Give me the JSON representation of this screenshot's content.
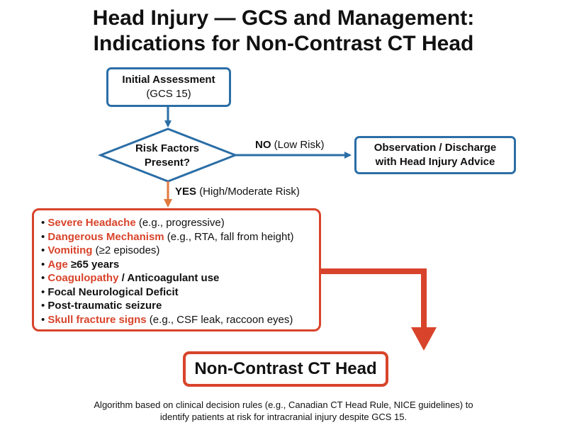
{
  "title": {
    "line1": "Head Injury — GCS and Management:",
    "line2": "Indications for Non-Contrast CT Head"
  },
  "nodes": {
    "initial": {
      "line1": "Initial Assessment",
      "line2": "(GCS 15)"
    },
    "decision": {
      "line1": "Risk Factors",
      "line2": "Present?"
    },
    "observation": {
      "line1": "Observation / Discharge",
      "line2": "with Head Injury Advice"
    },
    "ct": {
      "label": "Non-Contrast CT Head"
    }
  },
  "edges": {
    "no": {
      "strong": "NO",
      "rest": "(Low Risk)"
    },
    "yes": {
      "strong": "YES",
      "rest": "(High/Moderate Risk)"
    }
  },
  "risk_factors": [
    {
      "highlight": "Severe Headache",
      "rest": " (e.g., progressive)",
      "rest_bold": false
    },
    {
      "highlight": "Dangerous Mechanism",
      "rest": " (e.g., RTA, fall from height)",
      "rest_bold": false
    },
    {
      "highlight": "Vomiting",
      "rest": " (≥2 episodes)",
      "rest_bold": false
    },
    {
      "highlight": "Age",
      "rest": " ≥65 years",
      "rest_bold": true
    },
    {
      "highlight": "Coagulopathy",
      "rest": " / Anticoagulant use",
      "rest_bold": true
    },
    {
      "highlight": "",
      "rest": "Focal Neurological Deficit",
      "rest_bold": true
    },
    {
      "highlight": "",
      "rest": "Post-traumatic seizure",
      "rest_bold": true
    },
    {
      "highlight": "Skull fracture signs",
      "rest": " (e.g., CSF leak, raccoon eyes)",
      "rest_bold": false
    }
  ],
  "footnote": {
    "line1": "Algorithm based on clinical decision rules (e.g., Canadian CT Head Rule, NICE guidelines) to",
    "line2": "identify patients at risk for intracranial injury despite GCS 15."
  },
  "colors": {
    "blue": "#2b6ea6",
    "red": "#d8442b",
    "orange": "#e07a3f",
    "text": "#111111"
  }
}
